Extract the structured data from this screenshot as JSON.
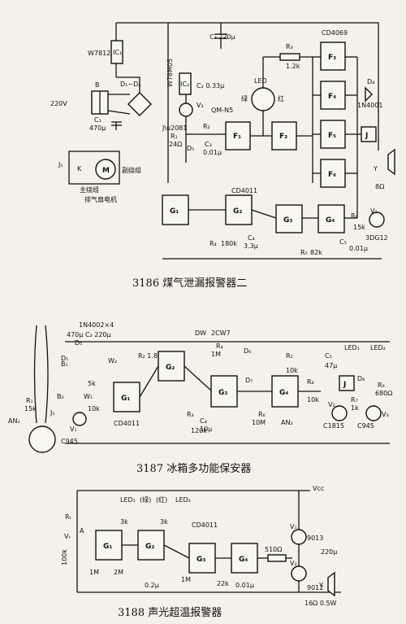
{
  "diagrams": [
    {
      "caption": "3186 煤气泄漏报警器二",
      "labels": {
        "reg1": "W7812",
        "ic1": "IC₁",
        "cap1": "C₃ 220μ",
        "cd4069": "CD4069",
        "r3": "R₃",
        "r3v": "1.2k",
        "f3": "F₃",
        "f4": "F₄",
        "f5": "F₅",
        "f6": "F₆",
        "d4": "D₄",
        "d4v": "1N4001",
        "j": "J",
        "y": "Y",
        "spk": "8Ω",
        "reg2": "W78M05",
        "ic2": "IC₂",
        "c2": "C₂ 0.33μ",
        "v2": "V₂",
        "qm": "QM-N5",
        "led": "LED",
        "green": "绿",
        "red": "红",
        "r1": "R₁",
        "r1v": "24Ω",
        "r2": "R₂",
        "d5": "D₅",
        "c3": "C₃",
        "c3v": "0.01μ",
        "f1": "F₁",
        "f2": "F₂",
        "ac": "220V",
        "b": "B",
        "d1d4": "D₁~D₄",
        "c1": "C₁",
        "c1v": "470μ",
        "j1": "J₁",
        "k": "K",
        "m": "M",
        "aux": "副绕组",
        "main": "主绕组",
        "fan": "排气扇电机",
        "cd4011": "CD4011",
        "g1": "G₁",
        "g2": "G₂",
        "g3": "G₃",
        "g4": "G₄",
        "r4": "R₄",
        "r4v": "180k",
        "c4": "C₄",
        "c4v": "3.3μ",
        "r5": "R₅",
        "r5v": "82k",
        "c5": "C₅",
        "c5v": "0.01μ",
        "r6": "R₆",
        "r6v": "15k",
        "v1": "V₁",
        "v1v": "3DG12"
      }
    },
    {
      "caption": "3187 冰箱多功能保安器",
      "labels": {
        "diodes": "1N4002×4",
        "c1c2": "470μ C₂ 220μ",
        "dw": "DW",
        "zcw7": "2CW7",
        "r2": "R₂ 1.8k",
        "r4": "R₄",
        "r4v": "1M",
        "d6": "D₆",
        "r5": "R₅",
        "r5v": "10k",
        "c5": "C₅",
        "c5v": "47μ",
        "led1": "LED₁",
        "led2": "LED₂",
        "b1": "B₁",
        "b2": "B₂",
        "d1": "D₁",
        "d5": "D₅",
        "r1": "R₁",
        "r1v": "15k",
        "an1": "AN₁",
        "j1": "J₁",
        "v1": "V₁",
        "c945a": "C945",
        "w1": "W₁",
        "w2": "W₂",
        "k10": "10k",
        "k5": "5k",
        "g1": "G₁",
        "g2": "G₂",
        "g3": "G₃",
        "g4": "G₄",
        "cd4011": "CD4011",
        "r3": "R₃",
        "r3v": "120k",
        "c4": "C₄",
        "c4v": "10μ",
        "d7": "D₇",
        "r6": "R₆",
        "r6v": "10M",
        "an2": "AN₂",
        "r8": "R₈",
        "r8v": "10k",
        "j": "J",
        "v2": "V₂",
        "c1815": "C1815",
        "r7": "R₇",
        "r7v": "1k",
        "d8": "D₈",
        "r9": "R₉",
        "r9v": "680Ω",
        "v3": "V₃",
        "c945b": "C945"
      }
    },
    {
      "caption": "3188 声光超温报警器",
      "labels": {
        "vcc": "Vᴄᴄ",
        "led1": "LED₁",
        "green": "(绿)",
        "red": "(红)",
        "led2": "LED₂",
        "rt": "Rₜ",
        "vt": "Vₜ",
        "a": "A",
        "k100": "100k",
        "k3a": "3k",
        "k3b": "3k",
        "m1": "1M",
        "m2": "2M",
        "g1": "G₁",
        "g2": "G₂",
        "g3": "G₃",
        "g4": "G₄",
        "cd4011": "CD4011",
        "c02": "0.2μ",
        "m1b": "1M",
        "k22": "22k",
        "c001": "0.01μ",
        "r510": "510Ω",
        "v1": "V₁",
        "v1v": "9013",
        "v2": "V₂",
        "v2v": "9012",
        "c220": "220μ",
        "spk": "16Ω 0.5W",
        "y": "Y"
      }
    }
  ]
}
